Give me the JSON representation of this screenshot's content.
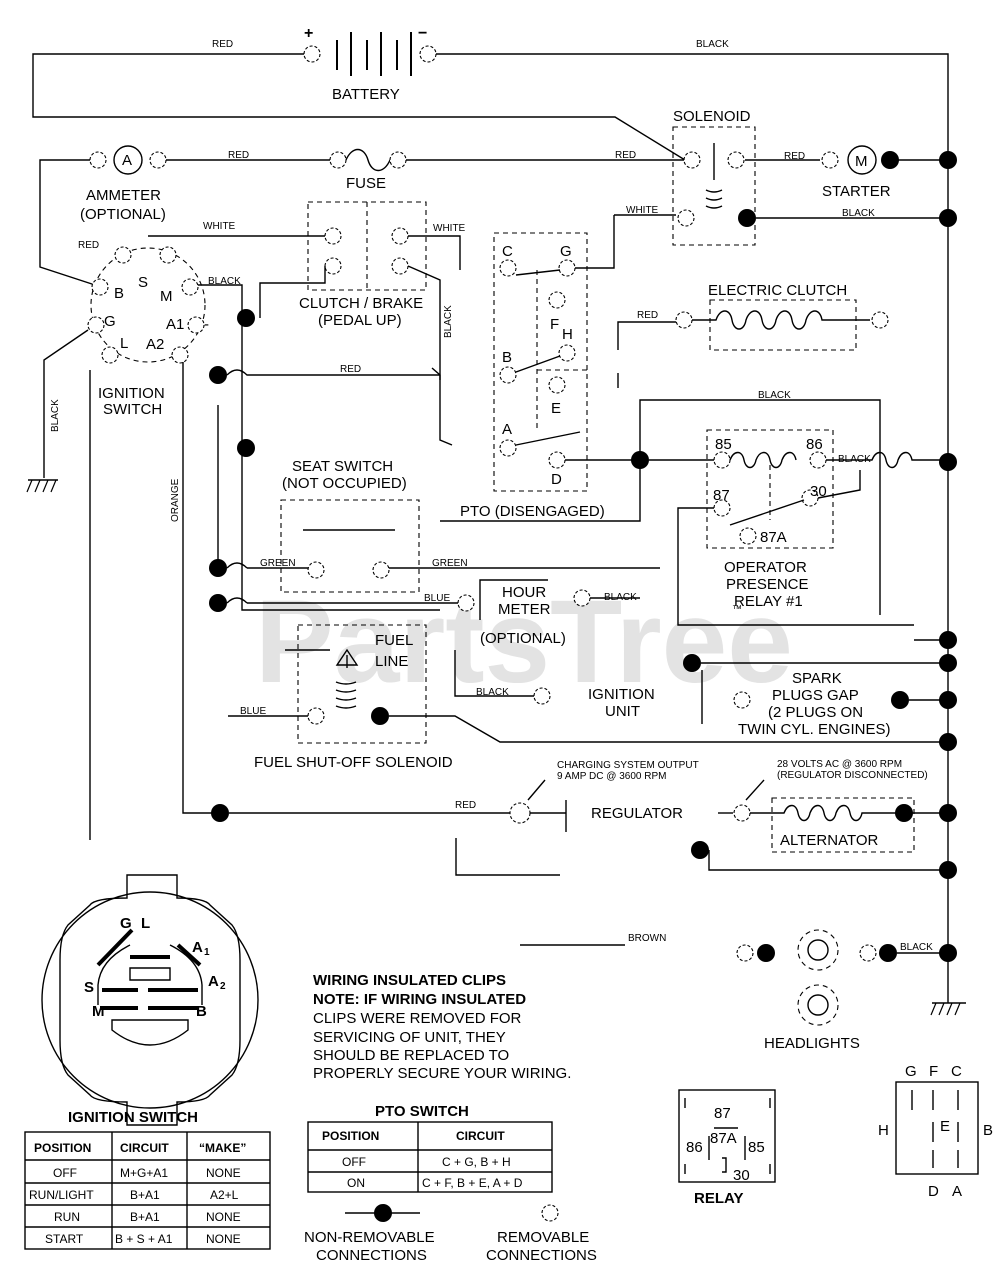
{
  "watermark": "PartsTree",
  "watermark_tm": "™",
  "components": {
    "battery": "BATTERY",
    "battery_pos": "+",
    "battery_neg": "−",
    "solenoid": "SOLENOID",
    "ammeter_letter": "A",
    "ammeter_l1": "AMMETER",
    "ammeter_l2": "(OPTIONAL)",
    "fuse": "FUSE",
    "starter_letter": "M",
    "starter": "STARTER",
    "clutch_brake_l1": "CLUTCH / BRAKE",
    "clutch_brake_l2": "(PEDAL UP)",
    "electric_clutch": "ELECTRIC CLUTCH",
    "ignition_switch_l1": "IGNITION",
    "ignition_switch_l2": "SWITCH",
    "seat_switch_l1": "SEAT SWITCH",
    "seat_switch_l2": "(NOT OCCUPIED)",
    "pto": "PTO (DISENGAGED)",
    "relay_l1": "OPERATOR",
    "relay_l2": "PRESENCE",
    "relay_l3": "RELAY #1",
    "hour_meter_l1": "HOUR",
    "hour_meter_l2": "METER",
    "hour_meter_l3": "(OPTIONAL)",
    "fuel_line_l1": "FUEL",
    "fuel_line_l2": "LINE",
    "fuel_solenoid": "FUEL SHUT-OFF SOLENOID",
    "ignition_unit_l1": "IGNITION",
    "ignition_unit_l2": "UNIT",
    "spark_l1": "SPARK",
    "spark_l2": "PLUGS GAP",
    "spark_l3": "(2 PLUGS ON",
    "spark_l4": "TWIN CYL. ENGINES)",
    "charging_l1": "CHARGING SYSTEM OUTPUT",
    "charging_l2": "9 AMP DC @ 3600 RPM",
    "regulator": "REGULATOR",
    "alt_volts_l1": "28 VOLTS AC @ 3600 RPM",
    "alt_volts_l2": "(REGULATOR DISCONNECTED)",
    "alternator": "ALTERNATOR",
    "headlights": "HEADLIGHTS"
  },
  "wires": {
    "red": "RED",
    "black": "BLACK",
    "white": "WHITE",
    "green": "GREEN",
    "blue": "BLUE",
    "brown": "BROWN",
    "orange": "ORANGE"
  },
  "switch_terminals": {
    "b": "B",
    "s": "S",
    "m": "M",
    "g": "G",
    "l": "L",
    "a1": "A1",
    "a2": "A2",
    "dash": "-"
  },
  "pto_terminals": {
    "c": "C",
    "g": "G",
    "f": "F",
    "h": "H",
    "b": "B",
    "e": "E",
    "a": "A",
    "d": "D"
  },
  "relay_terminals": {
    "t85": "85",
    "t86": "86",
    "t87": "87",
    "t30": "30",
    "t87a": "87A"
  },
  "switch_face": {
    "g": "G",
    "l": "L",
    "a1": "A",
    "a1_sub": "1",
    "a2": "A",
    "a2_sub": "2",
    "s": "S",
    "m": "M",
    "b": "B"
  },
  "note": {
    "title": "WIRING INSULATED CLIPS",
    "lines": [
      "NOTE: IF WIRING INSULATED",
      "CLIPS WERE REMOVED FOR",
      "SERVICING OF UNIT, THEY",
      "SHOULD BE REPLACED TO",
      "PROPERLY SECURE YOUR WIRING."
    ]
  },
  "ignition_table": {
    "title": "IGNITION SWITCH",
    "headers": [
      "POSITION",
      "CIRCUIT",
      "“MAKE”"
    ],
    "rows": [
      [
        "OFF",
        "M+G+A1",
        "NONE"
      ],
      [
        "RUN/LIGHT",
        "B+A1",
        "A2+L"
      ],
      [
        "RUN",
        "B+A1",
        "NONE"
      ],
      [
        "START",
        "B + S + A1",
        "NONE"
      ]
    ]
  },
  "pto_table": {
    "title": "PTO SWITCH",
    "headers": [
      "POSITION",
      "CIRCUIT"
    ],
    "rows": [
      [
        "OFF",
        "C + G, B + H"
      ],
      [
        "ON",
        "C + F, B + E, A + D"
      ]
    ]
  },
  "legend": {
    "non_removable_l1": "NON-REMOVABLE",
    "non_removable_l2": "CONNECTIONS",
    "removable_l1": "REMOVABLE",
    "removable_l2": "CONNECTIONS"
  },
  "relay_legend": {
    "title": "RELAY",
    "t87": "87",
    "t87a": "87A",
    "t86": "86",
    "t85": "85",
    "t30": "30"
  },
  "pto_legend": {
    "g": "G",
    "f": "F",
    "c": "C",
    "h": "H",
    "e": "E",
    "b": "B",
    "d": "D",
    "a": "A"
  }
}
